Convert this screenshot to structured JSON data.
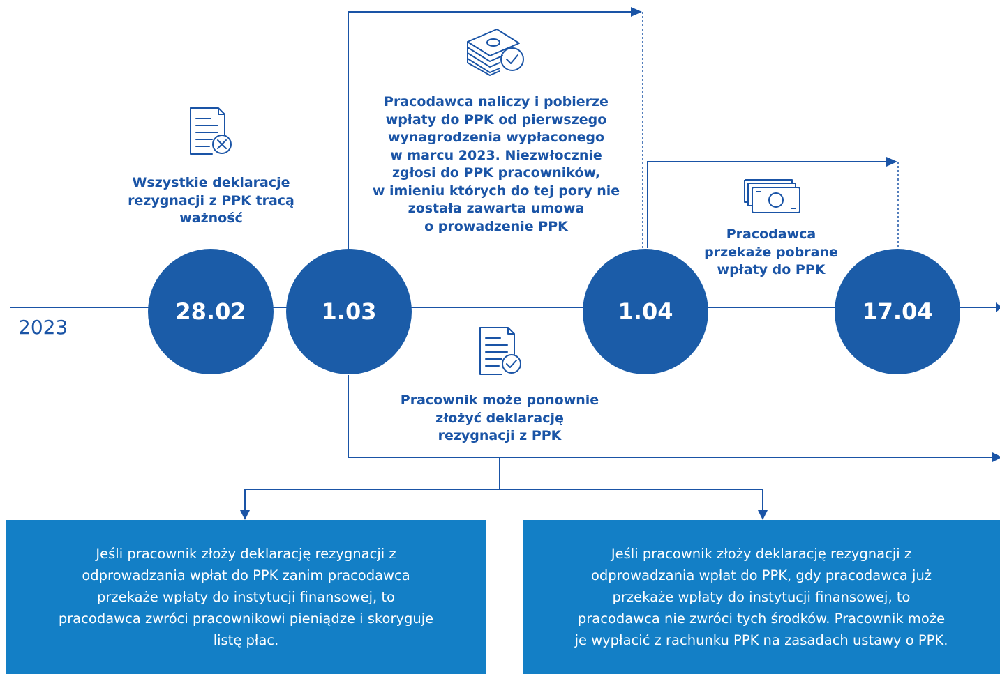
{
  "year_label": "2023",
  "colors": {
    "primary": "#1a54a6",
    "circle": "#1b5ca8",
    "box": "#137fc6",
    "text_on_dark": "#ffffff"
  },
  "milestones": [
    {
      "date": "28.02"
    },
    {
      "date": "1.03"
    },
    {
      "date": "1.04"
    },
    {
      "date": "17.04"
    }
  ],
  "events": {
    "declarations_expire": {
      "icon": "document-cancel-icon",
      "lines": [
        "Wszystkie deklaracje",
        "rezygnacji z PPK tracą",
        "ważność"
      ]
    },
    "employer_collects": {
      "icon": "money-stack-check-icon",
      "lines": [
        "Pracodawca naliczy i pobierze",
        "wpłaty do PPK od pierwszego",
        "wynagrodzenia wypłaconego",
        "w marcu 2023. Niezwłocznie",
        "zgłosi do PPK pracowników,",
        "w imieniu których do tej pory nie",
        "została zawarta umowa",
        "o prowadzenie PPK"
      ]
    },
    "employer_transfers": {
      "icon": "banknotes-icon",
      "lines": [
        "Pracodawca",
        "przekaże pobrane",
        "wpłaty do PPK"
      ]
    },
    "employee_resign": {
      "icon": "document-check-icon",
      "lines": [
        "Pracownik może ponownie",
        "złożyć deklarację",
        "rezygnacji z PPK"
      ]
    }
  },
  "outcomes": {
    "left": {
      "lines": [
        "Jeśli pracownik złoży deklarację rezygnacji z",
        "odprowadzania wpłat do PPK zanim pracodawca",
        "przekaże wpłaty do instytucji finansowej, to",
        "pracodawca zwróci pracownikowi pieniądze i skoryguje",
        "listę płac."
      ]
    },
    "right": {
      "lines": [
        "Jeśli pracownik złoży deklarację rezygnacji z",
        "odprowadzania wpłat do PPK, gdy pracodawca już",
        "przekaże wpłaty do instytucji finansowej, to",
        "pracodawca nie zwróci tych środków. Pracownik może",
        "je wypłacić z rachunku PPK na zasadach ustawy o PPK."
      ]
    }
  }
}
